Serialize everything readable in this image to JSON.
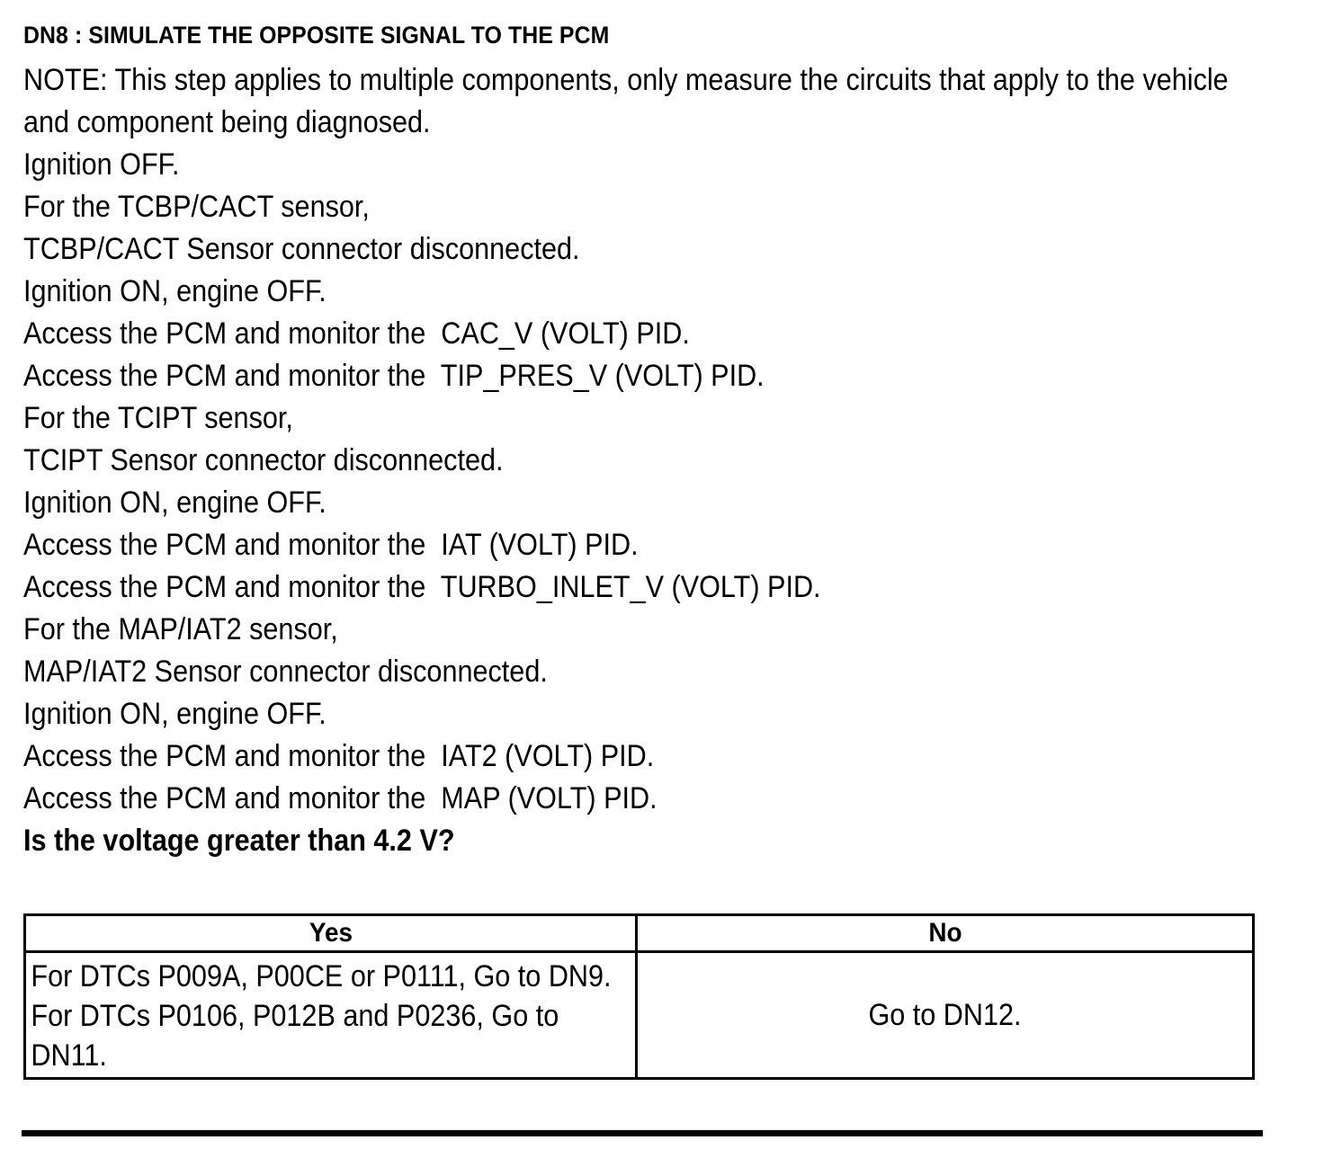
{
  "document": {
    "step_title": "DN8 : SIMULATE THE OPPOSITE SIGNAL TO THE PCM",
    "body_lines": [
      "NOTE: This step applies to multiple components, only measure the circuits that apply to the vehicle and component being diagnosed.",
      "Ignition OFF.",
      "For the TCBP/CACT sensor,",
      "TCBP/CACT Sensor connector disconnected.",
      "Ignition ON, engine OFF.",
      "Access the PCM and monitor the  CAC_V (VOLT) PID.",
      "Access the PCM and monitor the  TIP_PRES_V (VOLT) PID.",
      "For the TCIPT sensor,",
      "TCIPT Sensor connector disconnected.",
      "Ignition ON, engine OFF.",
      "Access the PCM and monitor the  IAT (VOLT) PID.",
      "Access the PCM and monitor the  TURBO_INLET_V (VOLT) PID.",
      "For the MAP/IAT2 sensor,",
      "MAP/IAT2 Sensor connector disconnected.",
      "Ignition ON, engine OFF.",
      "Access the PCM and monitor the  IAT2 (VOLT) PID.",
      "Access the PCM and monitor the  MAP (VOLT) PID."
    ],
    "question": "Is the voltage greater than 4.2 V?",
    "decision_table": {
      "headers": [
        "Yes",
        "No"
      ],
      "yes_cell": "For DTCs P009A, P00CE or P0111, Go to DN9.\nFor DTCs P0106, P012B and P0236, Go to DN11.",
      "no_cell": "Go to DN12."
    }
  }
}
